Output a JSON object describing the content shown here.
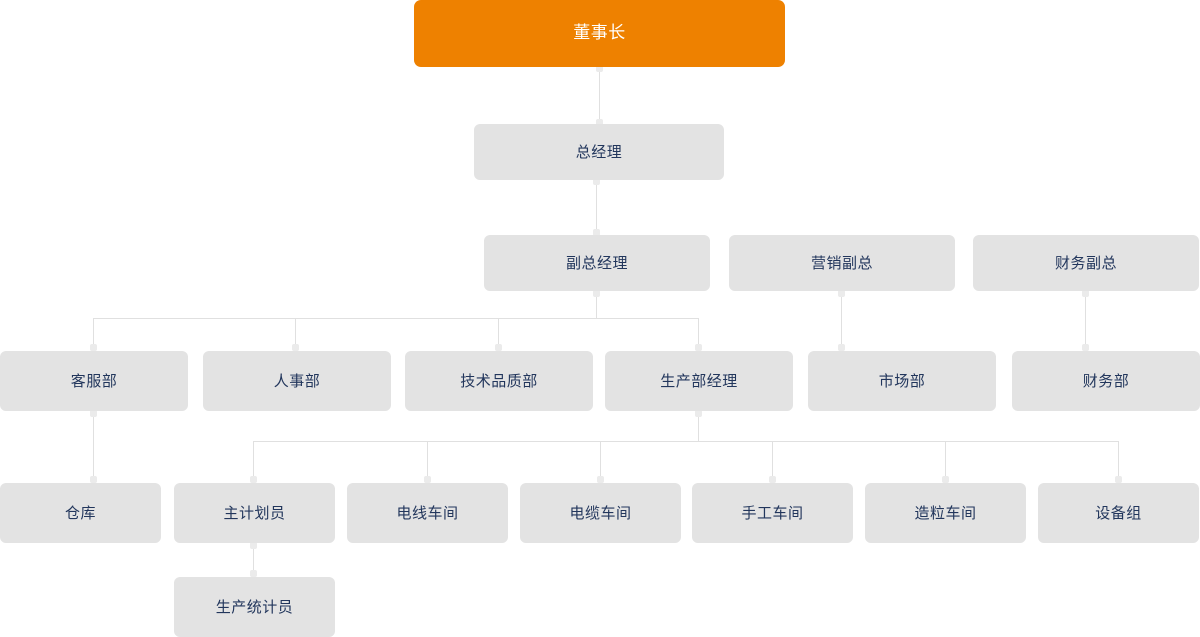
{
  "chart_title": "",
  "colors": {
    "root_fill": "#ee8100",
    "root_text": "#ffffff",
    "node_fill": "#e3e3e3",
    "node_text": "#22365c",
    "connector": "#e0e0e0",
    "connector_dot": "#ebebeb",
    "background": "#ffffff"
  },
  "org": {
    "root": {
      "label": "董事长"
    },
    "level2": [
      {
        "label": "总经理"
      }
    ],
    "level3": [
      {
        "label": "副总经理"
      },
      {
        "label": "营销副总"
      },
      {
        "label": "财务副总"
      }
    ],
    "level4": [
      {
        "label": "客服部"
      },
      {
        "label": "人事部"
      },
      {
        "label": "技术品质部"
      },
      {
        "label": "生产部经理"
      },
      {
        "label": "市场部"
      },
      {
        "label": "财务部"
      }
    ],
    "level5": [
      {
        "label": "仓库"
      },
      {
        "label": "主计划员"
      },
      {
        "label": "电线车间"
      },
      {
        "label": "电缆车间"
      },
      {
        "label": "手工车间"
      },
      {
        "label": "造粒车间"
      },
      {
        "label": "设备组"
      }
    ],
    "level6": [
      {
        "label": "生产统计员"
      }
    ]
  }
}
